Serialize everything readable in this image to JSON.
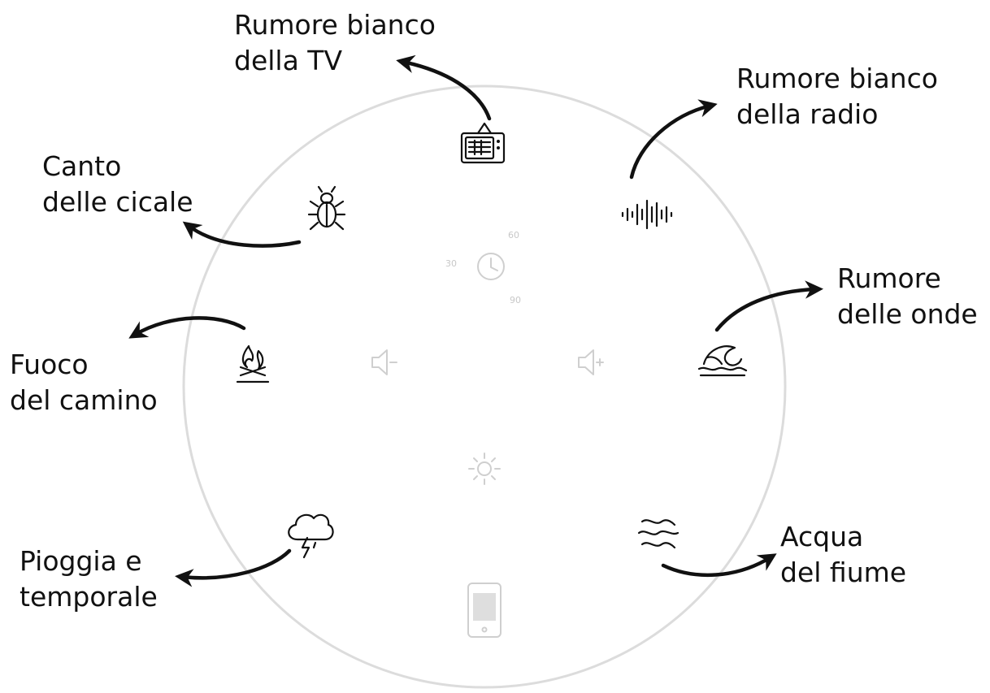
{
  "device": {
    "timer_values": [
      "30",
      "60",
      "90"
    ]
  },
  "sounds": [
    {
      "key": "tv",
      "icon": "tv-icon",
      "label_lines": [
        "Rumore bianco",
        "della TV"
      ]
    },
    {
      "key": "radio",
      "icon": "sound-wave-icon",
      "label_lines": [
        "Rumore bianco",
        "della radio"
      ]
    },
    {
      "key": "waves",
      "icon": "ocean-wave-icon",
      "label_lines": [
        "Rumore",
        "delle onde"
      ]
    },
    {
      "key": "river",
      "icon": "river-water-icon",
      "label_lines": [
        "Acqua",
        "del fiume"
      ]
    },
    {
      "key": "rain",
      "icon": "storm-cloud-icon",
      "label_lines": [
        "Pioggia e",
        "temporale"
      ]
    },
    {
      "key": "fire",
      "icon": "campfire-icon",
      "label_lines": [
        "Fuoco",
        "del camino"
      ]
    },
    {
      "key": "cicadas",
      "icon": "cicada-icon",
      "label_lines": [
        "Canto",
        "delle cicale"
      ]
    }
  ]
}
